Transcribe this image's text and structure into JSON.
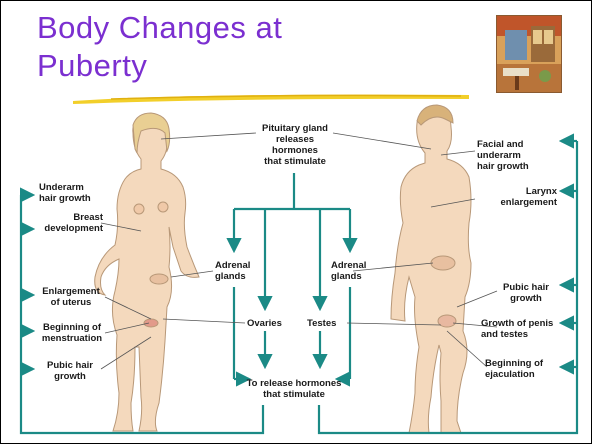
{
  "slide": {
    "title_line1": "Body Changes at",
    "title_line2": "Puberty",
    "colors": {
      "title": "#7b2fd0",
      "arrows": "#1b8a86",
      "skin": "#f4d9bd"
    }
  },
  "center": {
    "pituitary": [
      "Pituitary gland",
      "releases",
      "hormones",
      "that stimulate"
    ],
    "adrenal_left": [
      "Adrenal",
      "glands"
    ],
    "adrenal_right": [
      "Adrenal",
      "glands"
    ],
    "ovaries": "Ovaries",
    "testes": "Testes",
    "release": [
      "To release hormones",
      "that stimulate"
    ]
  },
  "female_labels": {
    "underarm": [
      "Underarm",
      "hair growth"
    ],
    "breast": [
      "Breast",
      "development"
    ],
    "uterus": [
      "Enlargement",
      "of uterus"
    ],
    "menstruation": [
      "Beginning of",
      "menstruation"
    ],
    "pubic": [
      "Pubic hair",
      "growth"
    ]
  },
  "male_labels": {
    "facial": [
      "Facial and",
      "underarm",
      "hair growth"
    ],
    "larynx": [
      "Larynx",
      "enlargement"
    ],
    "pubic": [
      "Pubic hair",
      "growth"
    ],
    "penis": [
      "Growth of penis",
      "and testes"
    ],
    "ejaculation": [
      "Beginning of",
      "ejaculation"
    ]
  },
  "icons": {
    "figure_left": "female-figure-icon",
    "figure_right": "male-figure-icon",
    "picture": "painting-thumbnail-icon"
  }
}
